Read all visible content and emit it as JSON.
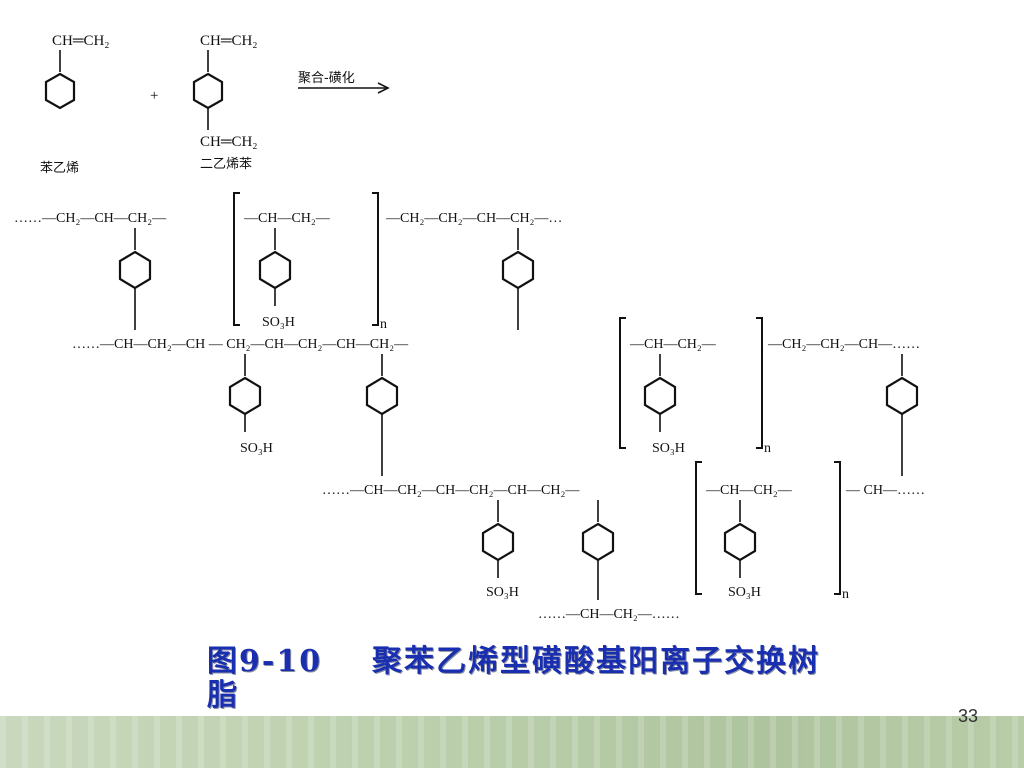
{
  "reaction": {
    "styrene_vinyl": "CH═CH₂",
    "styrene_name": "苯乙烯",
    "plus": "+",
    "dvb_top_vinyl": "CH═CH₂",
    "dvb_bottom_vinyl": "CH═CH₂",
    "dvb_name": "二乙烯苯",
    "arrow_label": "聚合-磺化"
  },
  "polymer": {
    "chain1_left": "……—CH₂—CH—CH₂—",
    "chain1_bracket": "—CH—CH₂—",
    "chain1_right": "—CH₂—CH₂—CH—CH₂—…",
    "chain1_sub": "n",
    "chain2_left": "……—CH—CH₂—CH — CH₂—CH—CH₂—CH—CH₂—",
    "chain2_bracket": "—CH—CH₂—",
    "chain2_right": "—CH₂—CH₂—CH—……",
    "chain2_sub": "n",
    "chain3_left": "……—CH—CH₂—CH—CH₂—CH—CH₂—",
    "chain3_bracket": "—CH—CH₂—",
    "chain3_right": "— CH—……",
    "chain3_sub": "n",
    "chain4": "……—CH—CH₂—……",
    "so3h": "SO₃H"
  },
  "caption": {
    "number": "图9-10",
    "title": "聚苯乙烯型磺酸基阳离子交换树脂"
  },
  "page_number": "33"
}
